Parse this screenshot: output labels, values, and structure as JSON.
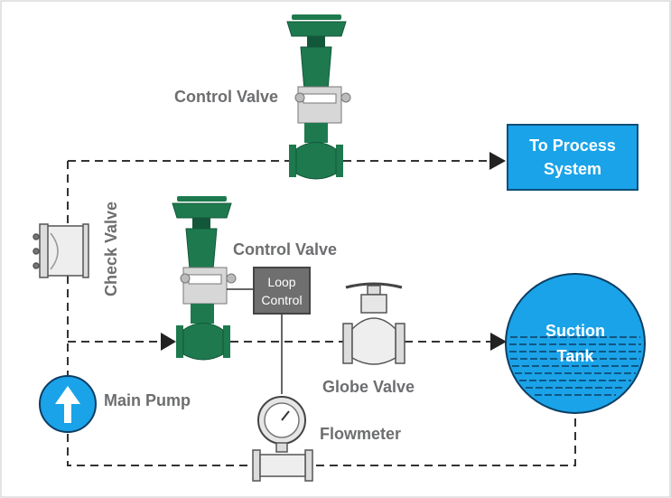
{
  "labels": {
    "control_valve_top": "Control Valve",
    "control_valve_mid": "Control Valve",
    "check_valve": "Check Valve",
    "globe_valve": "Globe Valve",
    "main_pump": "Main Pump",
    "flowmeter": "Flowmeter"
  },
  "boxes": {
    "process_system": {
      "line1": "To Process",
      "line2": "System"
    },
    "loop_control": {
      "line1": "Loop",
      "line2": "Control"
    },
    "suction_tank": {
      "line1": "Suction",
      "line2": "Tank"
    }
  },
  "colors": {
    "valve_green": "#1e7a4e",
    "valve_green_dark": "#13573a",
    "accent_blue": "#1aa3e8",
    "loop_gray": "#6f6f6f",
    "label_gray": "#6d6e70",
    "pipe": "#333333"
  }
}
